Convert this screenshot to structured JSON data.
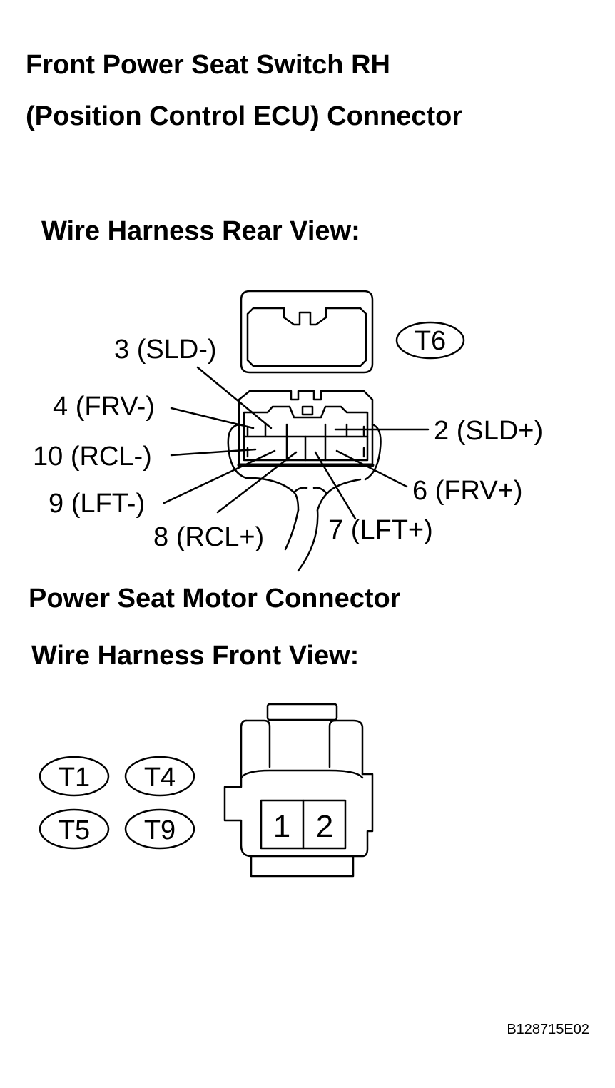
{
  "title": {
    "line1": "Front Power Seat Switch RH",
    "line2": "(Position Control ECU) Connector"
  },
  "ecu_connector": {
    "view_label": "Wire Harness Rear View:",
    "tag": "T6",
    "pins": {
      "p3": "3 (SLD-)",
      "p4": "4 (FRV-)",
      "p10": "10 (RCL-)",
      "p9": "9 (LFT-)",
      "p8": "8 (RCL+)",
      "p7": "7 (LFT+)",
      "p6": "6 (FRV+)",
      "p2": "2 (SLD+)"
    }
  },
  "motor_connector": {
    "title": "Power Seat Motor Connector",
    "view_label": "Wire Harness Front View:",
    "tags": [
      "T1",
      "T4",
      "T5",
      "T9"
    ],
    "pins": [
      "1",
      "2"
    ]
  },
  "figure_code": "B128715E02"
}
